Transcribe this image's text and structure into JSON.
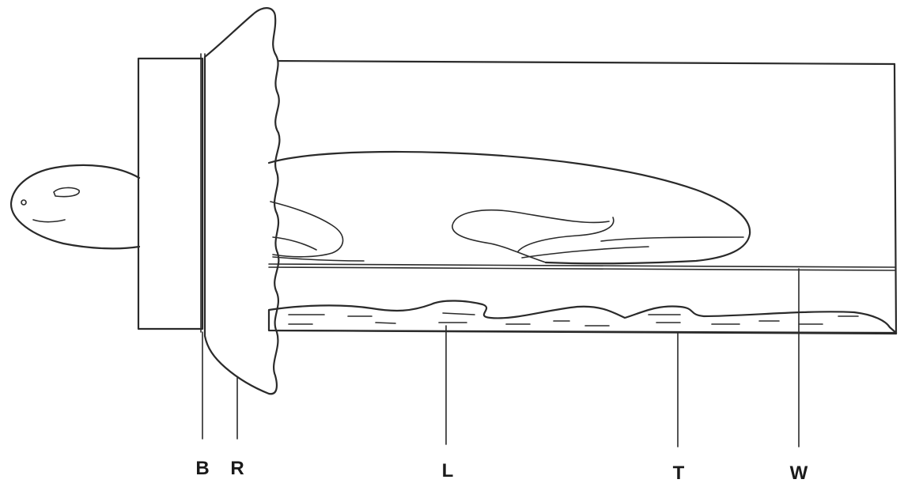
{
  "diagram": {
    "labels": {
      "B": "B",
      "R": "R",
      "L": "L",
      "T": "T",
      "W": "W"
    }
  }
}
